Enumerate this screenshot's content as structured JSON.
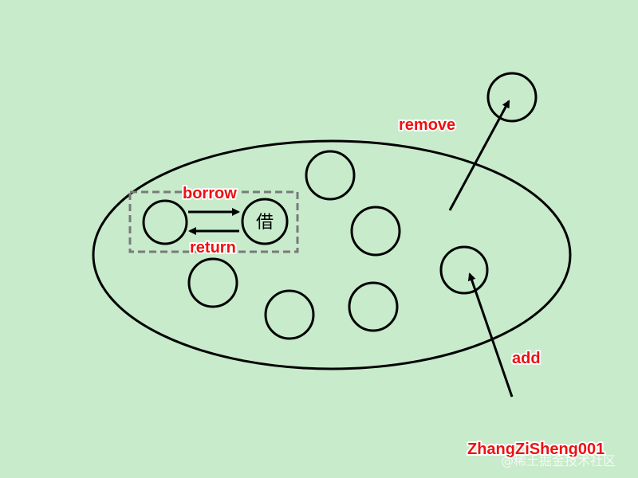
{
  "labels": {
    "remove": "remove",
    "borrow": "borrow",
    "return": "return",
    "add": "add",
    "borrowed_char": "借",
    "author": "ZhangZiSheng001"
  },
  "watermark": "@稀土掘金技术社区",
  "colors": {
    "background": "#c7ebcb",
    "label": "#ee1111",
    "stroke": "#000000",
    "dashed_box": "#7a7a7a"
  }
}
